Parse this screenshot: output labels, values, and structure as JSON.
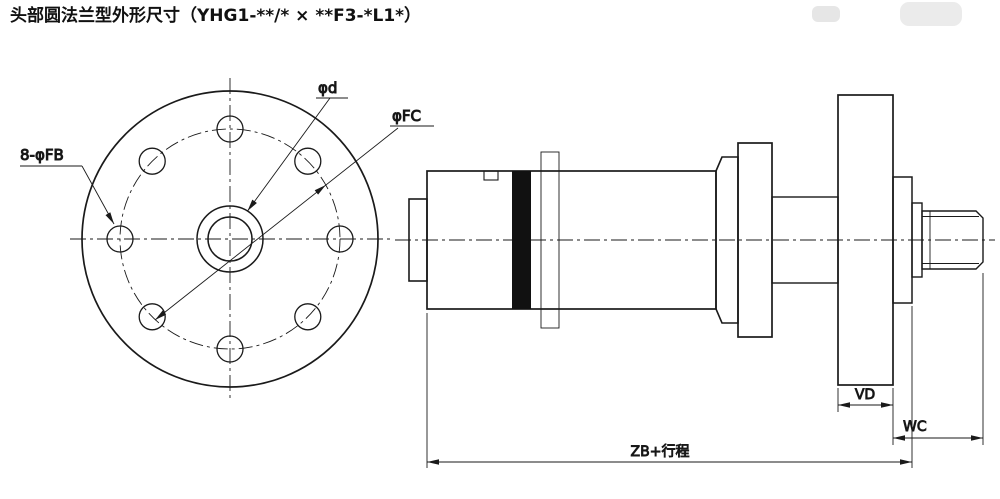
{
  "page": {
    "title": "头部圆法兰型外形尺寸（YHG1-**/* × **F3-*L1*）"
  },
  "front_view": {
    "label_bolt_holes": "8-φFB",
    "label_rod_dia": "φd",
    "label_bolt_circle": "φFC"
  },
  "side_view": {
    "dim_vd": "VD",
    "dim_wc": "WC",
    "dim_zb": "ZB+行程"
  },
  "colors": {
    "line": "#1a1a1a",
    "background": "#ffffff",
    "seal_band": "#111111",
    "scan_artifact": "#c8c8c8"
  }
}
